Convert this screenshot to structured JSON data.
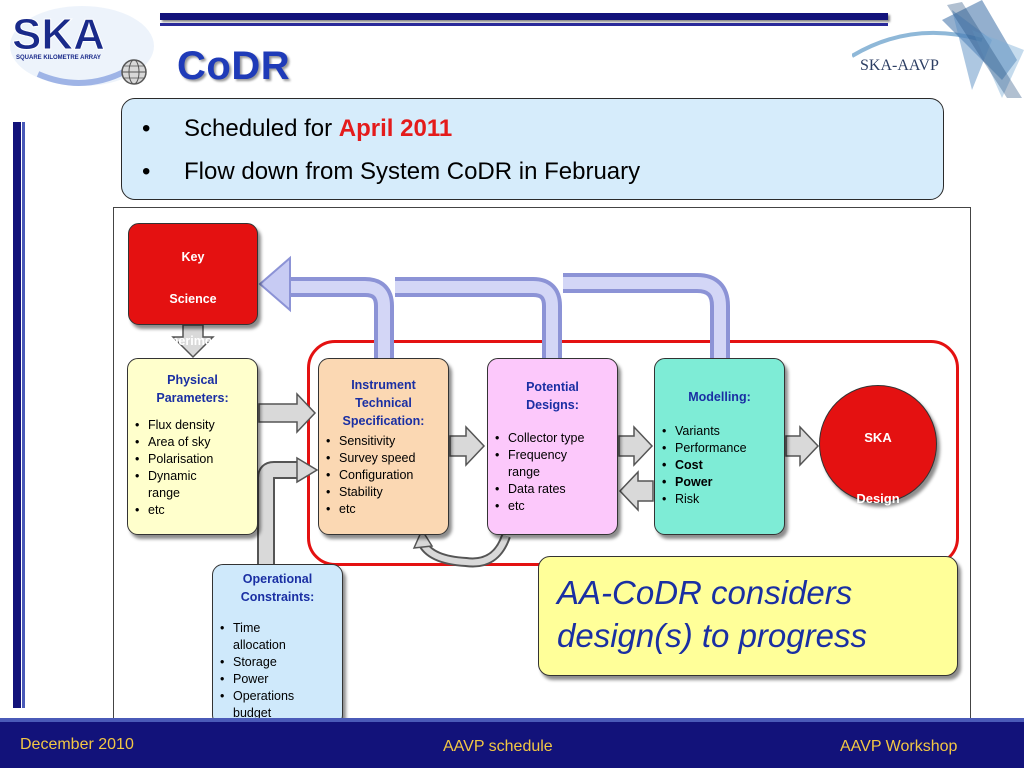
{
  "header": {
    "title": "CoDR",
    "ska_logo_text": "SKA",
    "ska_logo_subtext": "SQUARE KILOMETRE ARRAY",
    "aavp_logo_text": "SKA-AAVP"
  },
  "bullets": [
    {
      "prefix": "Scheduled for ",
      "highlight": "April 2011"
    },
    {
      "prefix": "Flow down from System CoDR in February",
      "highlight": ""
    }
  ],
  "diagram": {
    "key": {
      "title_lines": [
        "Key",
        "Science",
        "Experiments"
      ]
    },
    "physical": {
      "title_lines": [
        "Physical",
        "Parameters:"
      ],
      "items": [
        "Flux density",
        "Area of sky",
        "Polarisation",
        "Dynamic range",
        "etc"
      ]
    },
    "instrument": {
      "title_lines": [
        "Instrument",
        "Technical",
        "Specification:"
      ],
      "items": [
        "Sensitivity",
        "Survey speed",
        "Configuration",
        "Stability",
        "etc"
      ]
    },
    "potential": {
      "title_lines": [
        "Potential",
        "Designs:"
      ],
      "items": [
        "Collector type",
        "Frequency range",
        "Data rates",
        "etc"
      ]
    },
    "modelling": {
      "title_lines": [
        "Modelling:"
      ],
      "items": [
        "Variants",
        "Performance",
        "Cost",
        "Power",
        "Risk"
      ],
      "bold_items": [
        "Cost",
        "Power"
      ]
    },
    "operational": {
      "title_lines": [
        "Operational",
        "Constraints:"
      ],
      "items": [
        "Time allocation",
        "Storage",
        "Power",
        "Operations budget"
      ]
    },
    "ska_design": {
      "title_lines": [
        "SKA",
        "Design"
      ]
    },
    "callout": "AA-CoDR considers design(s) to progress"
  },
  "footer": {
    "date": "December 2010",
    "center": "AAVP schedule",
    "right": "AAVP Workshop"
  },
  "colors": {
    "title_blue": "#1f3bb8",
    "navy": "#12127a",
    "red": "#e41111",
    "footer_text": "#f2c744"
  }
}
